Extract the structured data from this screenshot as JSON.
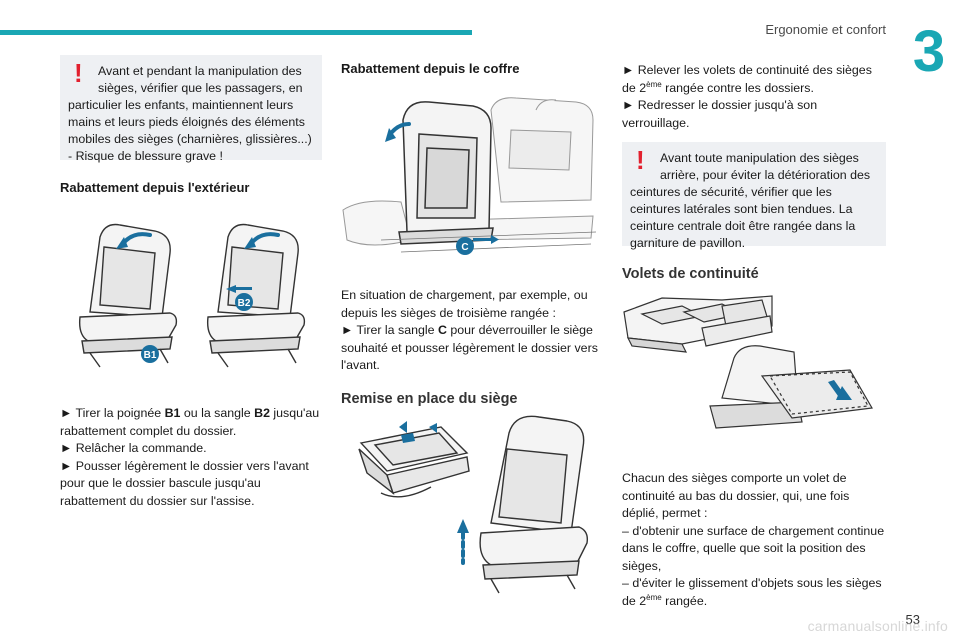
{
  "header": {
    "section_title": "Ergonomie et confort",
    "chapter_number": "3",
    "accent_color": "#1aa7b4"
  },
  "col1": {
    "warning": {
      "icon": "exclamation-icon",
      "first_line": "Avant et pendant la manipulation des sièges, vérifier que les passagers, en",
      "rest": "particulier les enfants, maintiennent leurs mains et leurs pieds éloignés des éléments mobiles des sièges (charnières, glissières...) - Risque de blessure grave !"
    },
    "heading": "Rabattement depuis l'extérieur",
    "illus_labels": [
      "B1",
      "B2"
    ],
    "steps": [
      {
        "bullet": "►",
        "pre": "Tirer la poignée ",
        "bold1": "B1",
        "mid": " ou la sangle ",
        "bold2": "B2",
        "post": " jusqu'au rabattement complet du dossier."
      },
      {
        "bullet": "►",
        "text": "Relâcher la commande."
      },
      {
        "bullet": "►",
        "text": "Pousser légèrement le dossier vers l'avant pour que le dossier bascule jusqu'au rabattement du dossier sur l'assise."
      }
    ]
  },
  "col2": {
    "heading1": "Rabattement depuis le coffre",
    "illus_label": "C",
    "intro": "En situation de chargement, par exemple, ou depuis les sièges de troisième rangée :",
    "step": {
      "bullet": "►",
      "pre": "Tirer la sangle ",
      "bold": "C",
      "post": " pour déverrouiller le siège souhaité et pousser légèrement le dossier vers l'avant."
    },
    "heading2": "Remise en place du siège"
  },
  "col3": {
    "steps": [
      {
        "bullet": "►",
        "pre": "Relever les volets de continuité des sièges de 2",
        "sup": "ème",
        "post": " rangée contre les dossiers."
      },
      {
        "bullet": "►",
        "text": "Redresser le dossier jusqu'à son verrouillage."
      }
    ],
    "warning": {
      "icon": "exclamation-icon",
      "first_line": "Avant toute manipulation des sièges arrière, pour éviter la détérioration des",
      "rest": "ceintures de sécurité, vérifier que les ceintures latérales sont bien tendues. La ceinture centrale doit être rangée dans la garniture de pavillon."
    },
    "heading": "Volets de continuité",
    "para1": "Chacun des sièges comporte un volet de continuité au bas du dossier, qui, une fois déplié, permet :",
    "items": [
      {
        "dash": "–",
        "text": "d'obtenir une surface de chargement continue dans le coffre, quelle que soit la position des sièges,"
      },
      {
        "dash": "–",
        "pre": "d'éviter le glissement d'objets sous les sièges de 2",
        "sup": "ème",
        "post": " rangée."
      }
    ]
  },
  "footer": {
    "page_number": "53",
    "watermark": "carmanualsonline.info"
  }
}
